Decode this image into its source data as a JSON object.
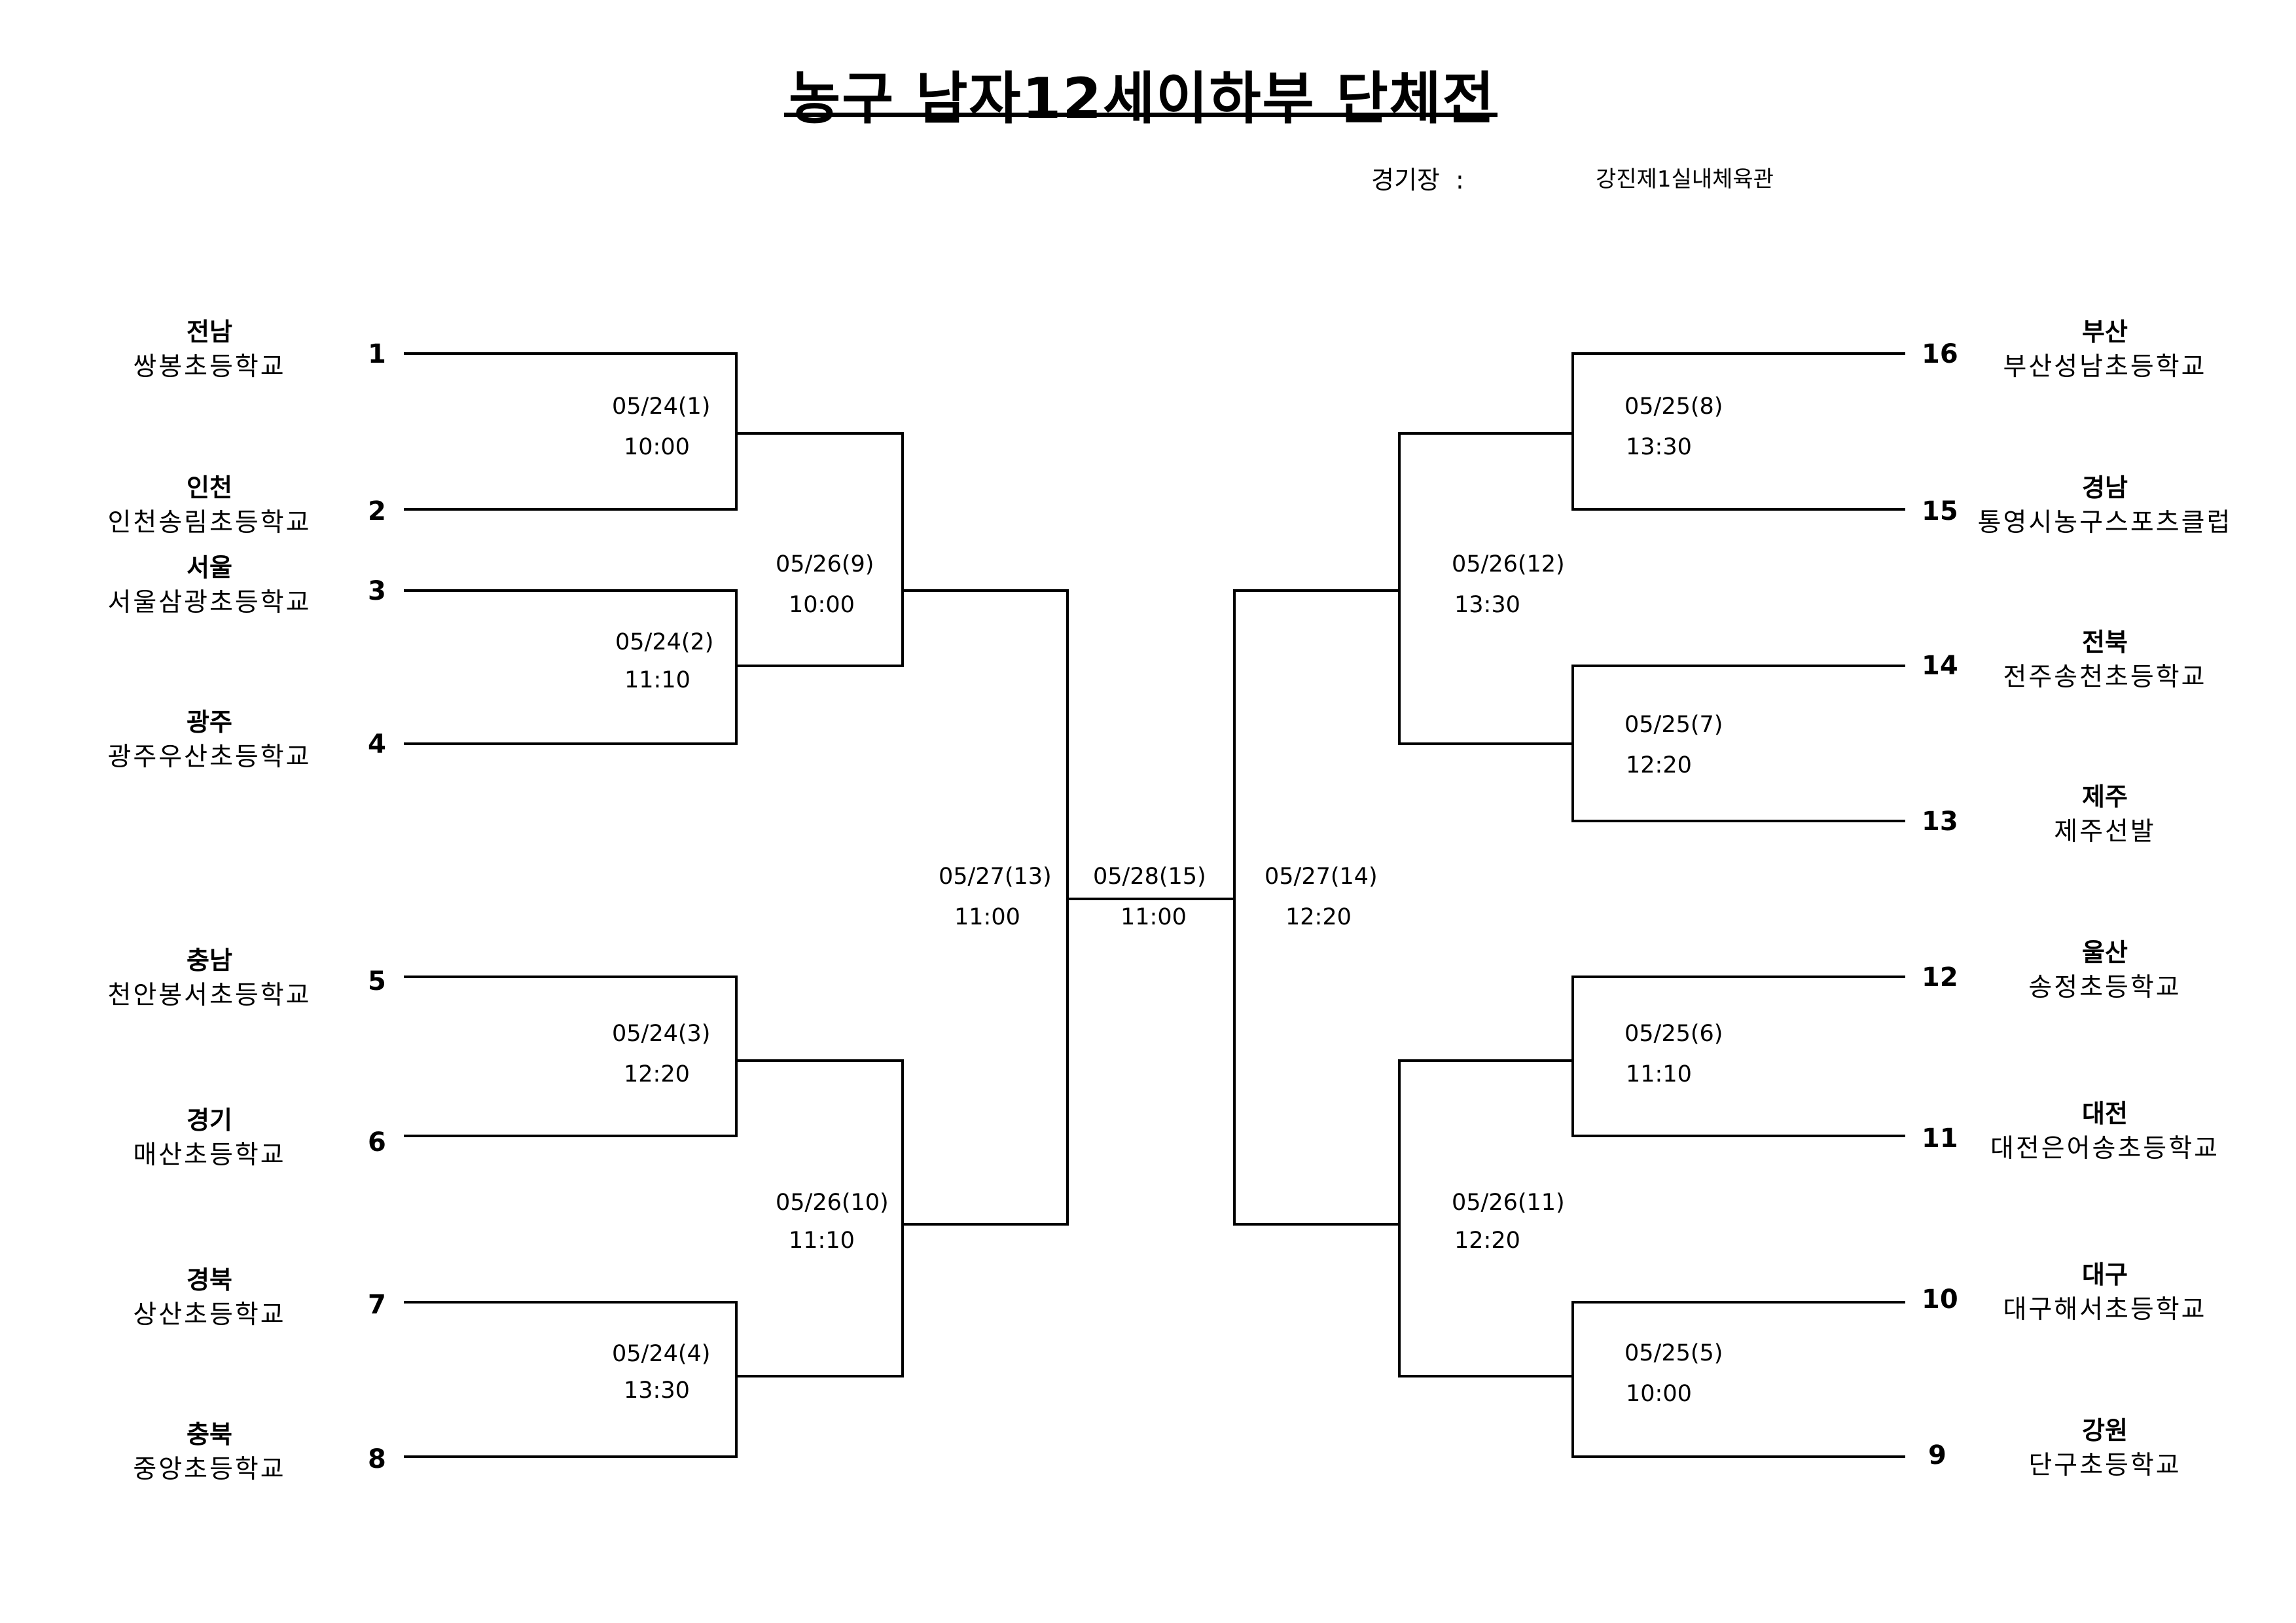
{
  "title": "농구 남자12세이하부 단체전",
  "venue": {
    "label": "경기장  :",
    "value": "강진제1실내체육관"
  },
  "left_teams": [
    {
      "seed": "1",
      "region": "전남",
      "school": "쌍봉초등학교"
    },
    {
      "seed": "2",
      "region": "인천",
      "school": "인천송림초등학교"
    },
    {
      "seed": "3",
      "region": "서울",
      "school": "서울삼광초등학교"
    },
    {
      "seed": "4",
      "region": "광주",
      "school": "광주우산초등학교"
    },
    {
      "seed": "5",
      "region": "충남",
      "school": "천안봉서초등학교"
    },
    {
      "seed": "6",
      "region": "경기",
      "school": "매산초등학교"
    },
    {
      "seed": "7",
      "region": "경북",
      "school": "상산초등학교"
    },
    {
      "seed": "8",
      "region": "충북",
      "school": "중앙초등학교"
    }
  ],
  "right_teams": [
    {
      "seed": "16",
      "region": "부산",
      "school": "부산성남초등학교"
    },
    {
      "seed": "15",
      "region": "경남",
      "school": "통영시농구스포츠클럽"
    },
    {
      "seed": "14",
      "region": "전북",
      "school": "전주송천초등학교"
    },
    {
      "seed": "13",
      "region": "제주",
      "school": "제주선발"
    },
    {
      "seed": "12",
      "region": "울산",
      "school": "송정초등학교"
    },
    {
      "seed": "11",
      "region": "대전",
      "school": "대전은어송초등학교"
    },
    {
      "seed": "10",
      "region": "대구",
      "school": "대구해서초등학교"
    },
    {
      "seed": "9",
      "region": "강원",
      "school": "단구초등학교"
    }
  ],
  "matches": {
    "m1": {
      "date": "05/24(1)",
      "time": "10:00"
    },
    "m2": {
      "date": "05/24(2)",
      "time": "11:10"
    },
    "m3": {
      "date": "05/24(3)",
      "time": "12:20"
    },
    "m4": {
      "date": "05/24(4)",
      "time": "13:30"
    },
    "m5": {
      "date": "05/25(5)",
      "time": "10:00"
    },
    "m6": {
      "date": "05/25(6)",
      "time": "11:10"
    },
    "m7": {
      "date": "05/25(7)",
      "time": "12:20"
    },
    "m8": {
      "date": "05/25(8)",
      "time": "13:30"
    },
    "m9": {
      "date": "05/26(9)",
      "time": "10:00"
    },
    "m10": {
      "date": "05/26(10)",
      "time": "11:10"
    },
    "m11": {
      "date": "05/26(11)",
      "time": "12:20"
    },
    "m12": {
      "date": "05/26(12)",
      "time": "13:30"
    },
    "m13": {
      "date": "05/27(13)",
      "time": "11:00"
    },
    "m14": {
      "date": "05/27(14)",
      "time": "12:20"
    },
    "m15": {
      "date": "05/28(15)",
      "time": "11:00"
    }
  }
}
